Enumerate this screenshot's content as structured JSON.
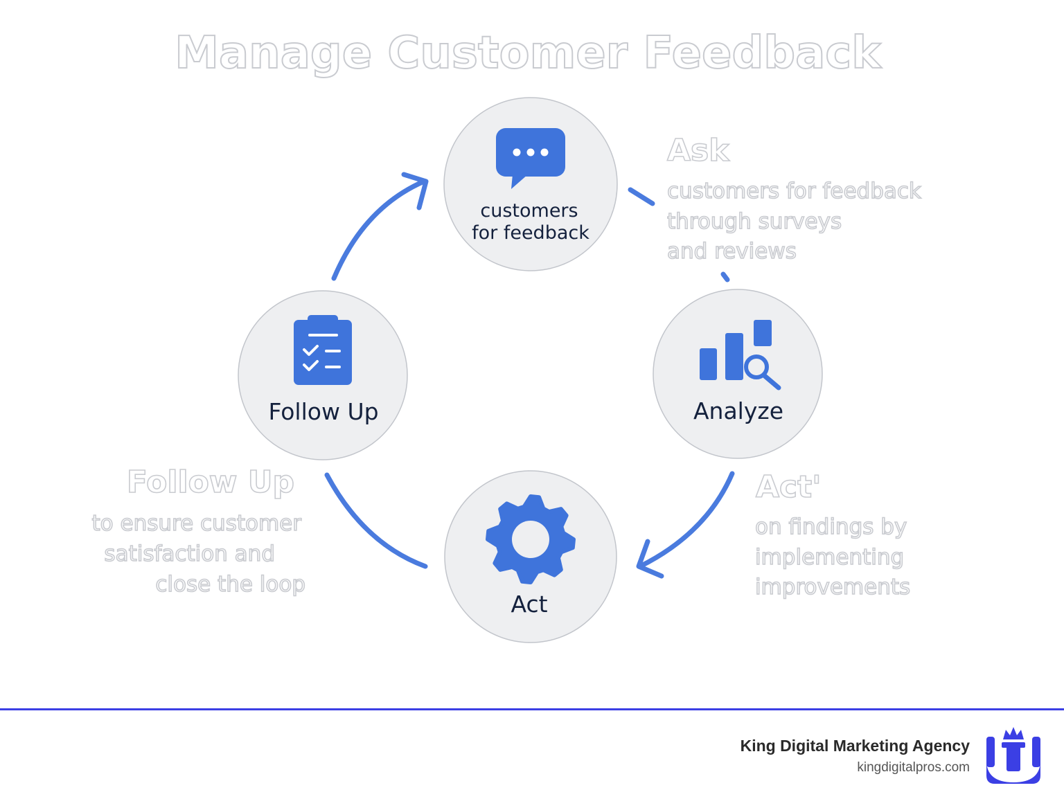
{
  "title": "Manage Customer Feedback",
  "colors": {
    "accent": "#4a7bde",
    "icon_blue": "#3f74db",
    "node_fill": "#eeeff1",
    "node_stroke": "#c2c5cb",
    "node_text": "#14213d",
    "outline_text": "#c9cbd0",
    "footer_rule": "#3b3fe4",
    "logo": "#3b3fe4"
  },
  "nodes": [
    {
      "id": "ask",
      "icon": "chat-bubble-icon",
      "label_lines": [
        "customers",
        "for feedback"
      ]
    },
    {
      "id": "analyze",
      "icon": "bar-chart-search-icon",
      "label": "Analyze"
    },
    {
      "id": "act",
      "icon": "gear-icon",
      "label": "Act"
    },
    {
      "id": "follow",
      "icon": "clipboard-checklist-icon",
      "label": "Follow Up"
    }
  ],
  "annotations": {
    "ask": {
      "heading": "Ask",
      "lines": [
        "customers for feedback",
        "through surveys",
        "and reviews"
      ]
    },
    "act": {
      "heading": "Act'",
      "lines": [
        "on findings by",
        "implementing",
        "improvements"
      ]
    },
    "follow": {
      "heading": "Follow Up",
      "lines": [
        "to ensure customer",
        "satisfaction and",
        "close the loop"
      ]
    }
  },
  "footer": {
    "brand_name": "King Digital Marketing Agency",
    "brand_url": "kingdigitalpros.com",
    "logo_icon": "crown-logo-icon"
  }
}
